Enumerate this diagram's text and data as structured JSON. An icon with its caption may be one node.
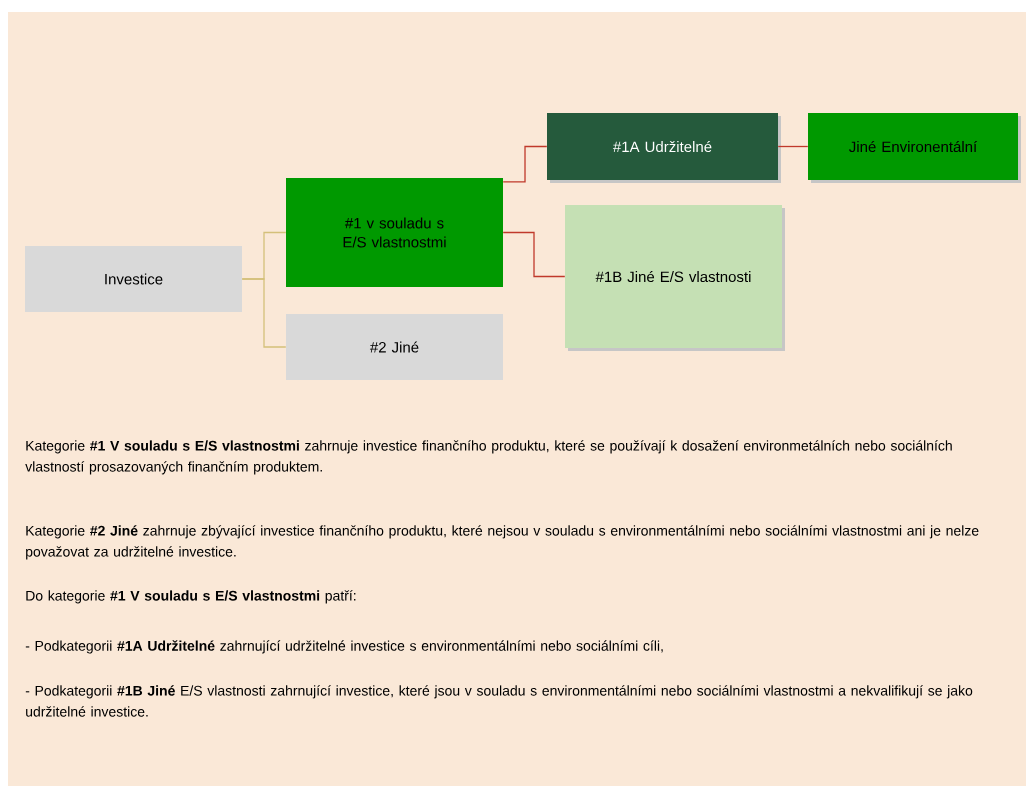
{
  "diagram": {
    "nodes": [
      {
        "text": [
          "Investice"
        ]
      },
      {
        "text": [
          "#1 v souladu s E/S vlastnostmi"
        ]
      },
      {
        "text": [
          "#2 Jiné"
        ]
      },
      {
        "text": [
          "#1A Udržitelné"
        ]
      },
      {
        "text": [
          "Jiné Environentální"
        ]
      },
      {
        "text": [
          "#1B Jiné E/S vlastnosti"
        ]
      }
    ],
    "edges": [
      {
        "from": 0,
        "to": 1,
        "arrow": "none",
        "color": "#d4c07a"
      },
      {
        "from": 0,
        "to": 2,
        "arrow": "none",
        "color": "#d4c07a"
      },
      {
        "from": 1,
        "to": 3,
        "arrow": "none"
      },
      {
        "from": 1,
        "to": 5,
        "arrow": "none"
      },
      {
        "from": 3,
        "to": 4,
        "arrow": "none"
      }
    ],
    "labels": [
      "Kategorie **#1 V souladu s E/S vlastnostmi** zahrnuje investice finančního produktu, které se používají k dosažení environmetálních nebo sociálních vlastností prosazovaných finančním produktem.",
      "Kategorie **#2 Jiné** zahrnuje zbývající investice finančního produktu, které nejsou v souladu s environmentálními nebo sociálními vlastnostmi ani je nelze považovat za udržitelné investice.",
      "Do kategorie **#1 V souladu s E/S vlastnostmi** patří:",
      "- Podkategorii **#1A Udržitelné** zahrnující udržitelné investice s environmentálními nebo sociálními cíli,",
      "- Podkategorii **#1B Jiné** E/S vlastnosti zahrnující investice, které jsou v souladu s environmentálními nebo sociálními vlastnostmi a nekvalifikují se jako udržitelné investice."
    ]
  }
}
